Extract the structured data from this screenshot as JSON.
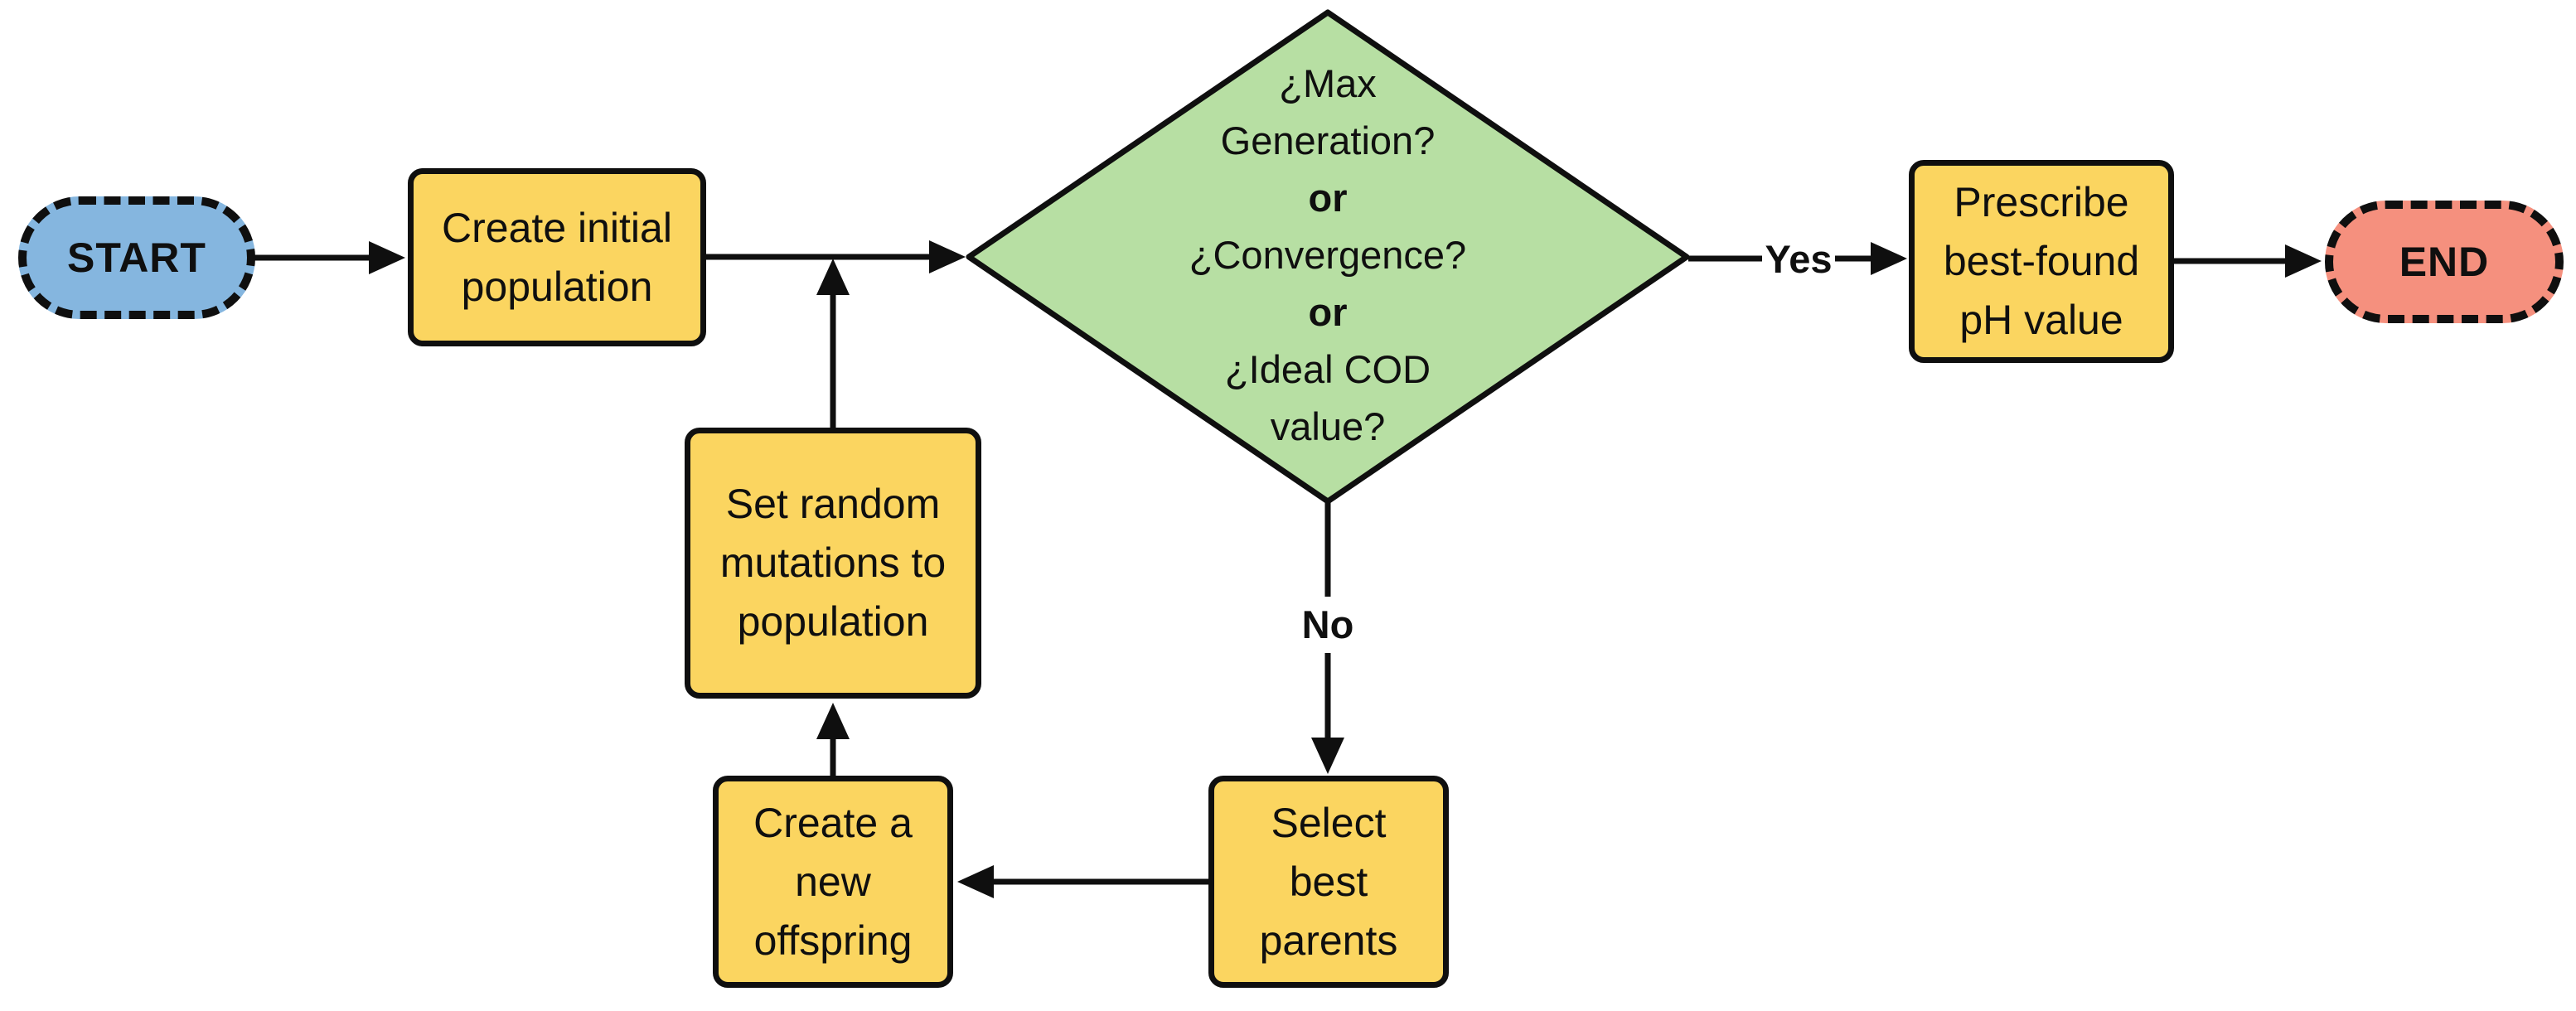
{
  "nodes": {
    "start": {
      "label": "START"
    },
    "create_population": {
      "label": "Create initial\npopulation"
    },
    "decision": {
      "lines": [
        "¿Max",
        "Generation?",
        "or",
        "¿Convergence?",
        "or",
        "¿Ideal COD",
        "value?"
      ]
    },
    "prescribe": {
      "label": "Prescribe\nbest-found\npH value"
    },
    "end": {
      "label": "END"
    },
    "mutations": {
      "label": "Set random\nmutations to\npopulation"
    },
    "offspring": {
      "label": "Create a\nnew\noffspring"
    },
    "select_parents": {
      "label": "Select\nbest\nparents"
    }
  },
  "edges": {
    "yes_label": "Yes",
    "no_label": "No"
  },
  "colors": {
    "background": "#ffffff",
    "stroke": "#0f0f0f",
    "process_fill": "#fbd560",
    "decision_fill": "#b7dfa3",
    "start_fill": "#85b6df",
    "end_fill": "#f5907e"
  }
}
